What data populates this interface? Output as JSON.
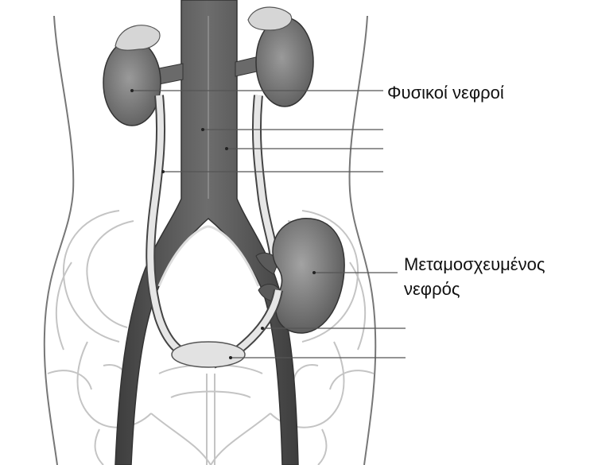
{
  "labels": {
    "native_kidneys": "Φυσικοί νεφροί",
    "transplanted_kidney_line1": "Μεταμοσχευμένος",
    "transplanted_kidney_line2": "νεφρός"
  },
  "colors": {
    "outline": "#777777",
    "bone_outline": "#c4c4c4",
    "vessel_dark": "#4a4a4a",
    "vessel_mid": "#6b6b6b",
    "kidney": "#7b7b7b",
    "adrenal": "#d6d6d6",
    "ureter": "#e6e6e6",
    "bladder": "#e2e2e2",
    "leader_line": "#555555"
  },
  "icons": [
    "anatomy-illustration"
  ]
}
